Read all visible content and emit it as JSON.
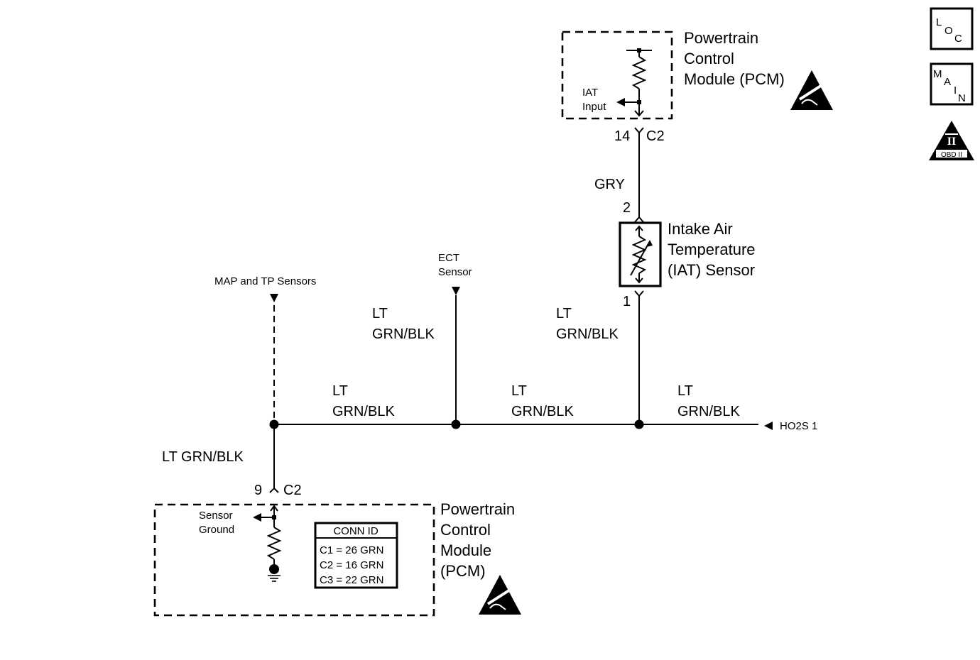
{
  "icons": {
    "loc": {
      "l": "L",
      "o": "O",
      "c": "C"
    },
    "main": {
      "m": "M",
      "a": "A",
      "i": "I",
      "n": "N"
    },
    "obd": {
      "numeral": "II",
      "text": "OBD II"
    }
  },
  "pcm_top": {
    "title_line1": "Powertrain",
    "title_line2": "Control",
    "title_line3": "Module (PCM)",
    "iat_label_line1": "IAT",
    "iat_label_line2": "Input",
    "pin": "14",
    "connector": "C2"
  },
  "iat_sensor": {
    "title_line1": "Intake Air",
    "title_line2": "Temperature",
    "title_line3": "(IAT) Sensor",
    "pin_top": "2",
    "pin_bottom": "1"
  },
  "wires": {
    "iat_signal": "GRY",
    "iat_return_line1": "LT",
    "iat_return_line2": "GRN/BLK",
    "ect_line1": "LT",
    "ect_line2": "GRN/BLK",
    "bus_left_line1": "LT",
    "bus_left_line2": "GRN/BLK",
    "bus_mid_line1": "LT",
    "bus_mid_line2": "GRN/BLK",
    "bus_right_line1": "LT",
    "bus_right_line2": "GRN/BLK",
    "ground": "LT GRN/BLK"
  },
  "ect": {
    "line1": "ECT",
    "line2": "Sensor"
  },
  "map_tp": "MAP and TP Sensors",
  "ho2s": "HO2S 1",
  "pcm_bottom": {
    "pin": "9",
    "connector": "C2",
    "ground_label_line1": "Sensor",
    "ground_label_line2": "Ground",
    "title_line1": "Powertrain",
    "title_line2": "Control",
    "title_line3": "Module",
    "title_line4": "(PCM)"
  },
  "conn_id": {
    "header": "CONN ID",
    "rows": [
      "C1 = 26 GRN",
      "C2 = 16 GRN",
      "C3 = 22 GRN"
    ]
  }
}
